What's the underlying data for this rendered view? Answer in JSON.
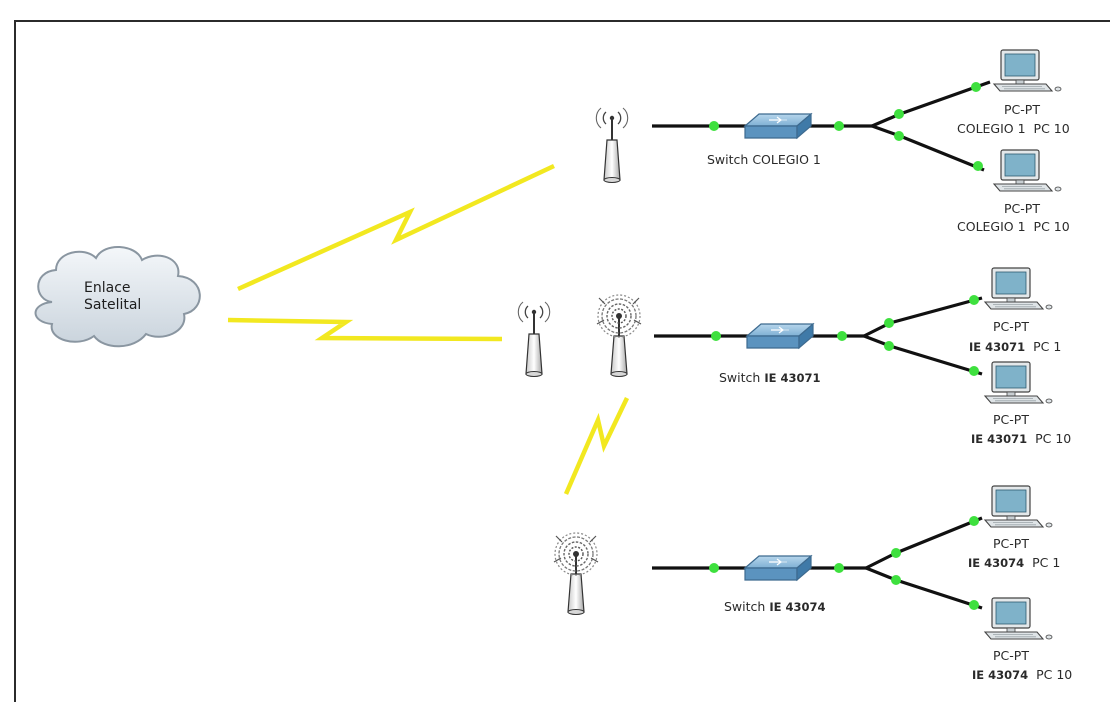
{
  "cloud": {
    "line1": "Enlace",
    "line2": "Satelital"
  },
  "switches": [
    {
      "prefix": "Switch",
      "name": "COLEGIO 1"
    },
    {
      "prefix": "Switch",
      "name": "IE 43071"
    },
    {
      "prefix": "Switch",
      "name": "IE 43074"
    }
  ],
  "pcs": [
    {
      "type": "PC-PT",
      "site": "COLEGIO 1",
      "pc": "PC 10"
    },
    {
      "type": "PC-PT",
      "site": "COLEGIO 1",
      "pc": "PC 10"
    },
    {
      "type": "PC-PT",
      "site": "IE 43071",
      "pc": "PC 1"
    },
    {
      "type": "PC-PT",
      "site": "IE 43071",
      "pc": "PC 10"
    },
    {
      "type": "PC-PT",
      "site": "IE 43074",
      "pc": "PC 1"
    },
    {
      "type": "PC-PT",
      "site": "IE 43074",
      "pc": "PC 10"
    }
  ],
  "colors": {
    "wireless": "#f2e820",
    "cable": "#111111",
    "port": "#3ee03e",
    "switch": "#6aa0c8",
    "pc_screen": "#7fb2c9"
  }
}
